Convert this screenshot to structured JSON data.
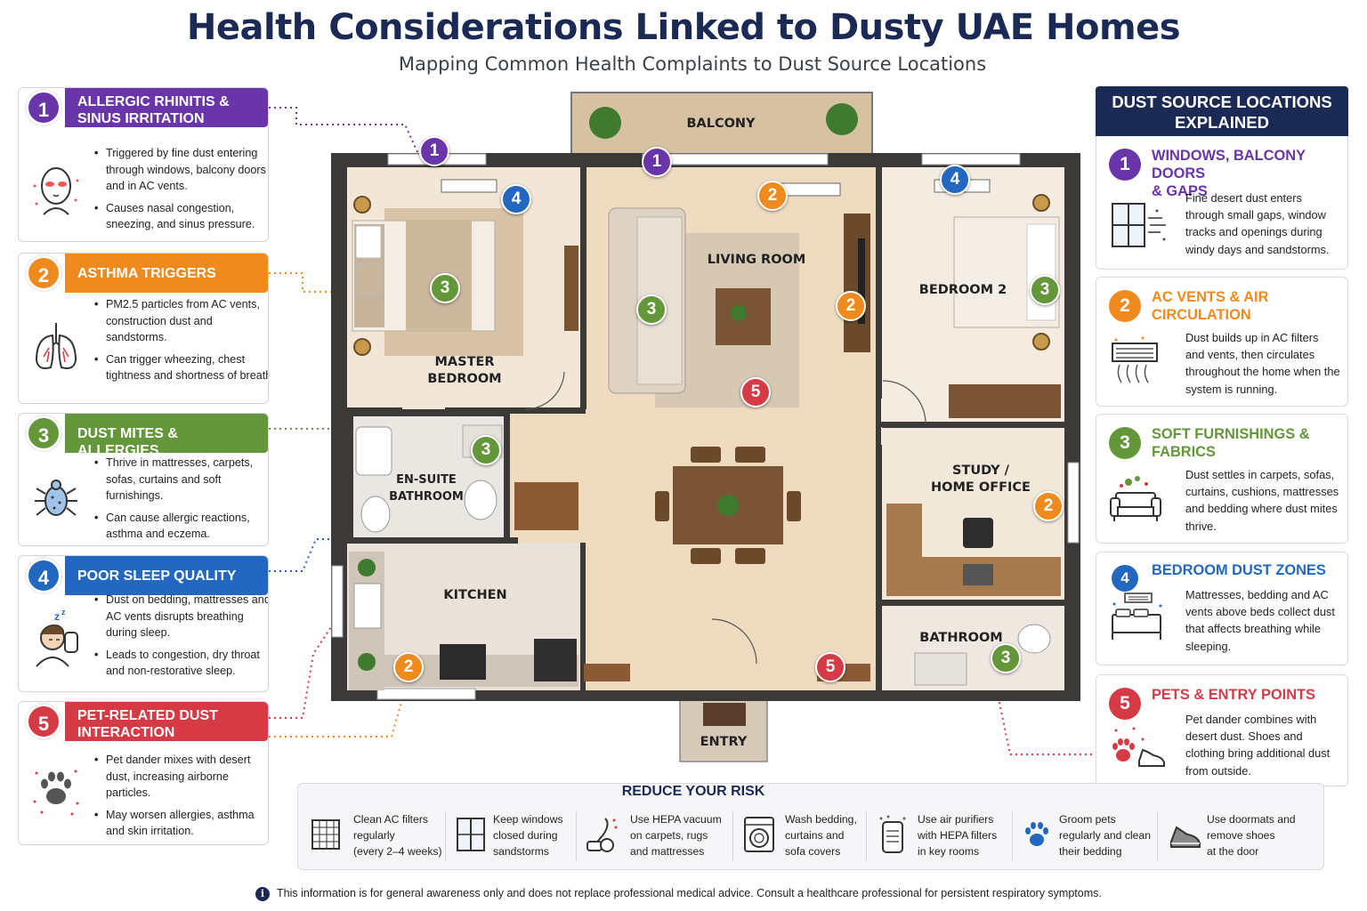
{
  "title": "Health Considerations Linked to Dusty UAE Homes",
  "subtitle": "Mapping Common Health Complaints to Dust Source Locations",
  "colors": {
    "purple": "#6a35a8",
    "orange": "#ee8a1e",
    "green": "#64963a",
    "blue": "#2268c0",
    "red": "#d63a45",
    "navy": "#1b2a55"
  },
  "health_cards": [
    {
      "num": "1",
      "title": "ALLERGIC RHINITIS & SINUS IRRITATION",
      "title_l1": "ALLERGIC RHINITIS &",
      "title_l2": "SINUS IRRITATION",
      "icon": "face-irritation-icon",
      "bullets": [
        "Triggered by fine dust entering through windows, balcony doors and in AC vents.",
        "Causes nasal congestion, sneezing, and sinus pressure."
      ]
    },
    {
      "num": "2",
      "title": "ASTHMA TRIGGERS",
      "icon": "lungs-icon",
      "bullets": [
        "PM2.5 particles from AC vents, construction dust and sandstorms.",
        "Can trigger wheezing, chest tightness and shortness of breath."
      ]
    },
    {
      "num": "3",
      "title": "DUST MITES & ALLERGIES",
      "icon": "dust-mite-icon",
      "bullets": [
        "Thrive in mattresses, carpets, sofas, curtains and soft furnishings.",
        "Can cause allergic reactions, asthma and eczema."
      ]
    },
    {
      "num": "4",
      "title": "POOR SLEEP QUALITY",
      "icon": "sleeping-person-icon",
      "bullets": [
        "Dust on bedding, mattresses and AC vents disrupts breathing during sleep.",
        "Leads to congestion, dry throat and non-restorative sleep."
      ]
    },
    {
      "num": "5",
      "title": "PET-RELATED DUST INTERACTION",
      "title_l1": "PET-RELATED DUST",
      "title_l2": "INTERACTION",
      "icon": "paw-icon",
      "bullets": [
        "Pet dander mixes with desert dust, increasing airborne particles.",
        "May worsen allergies, asthma and skin irritation."
      ]
    }
  ],
  "sources_title": "DUST SOURCE LOCATIONS EXPLAINED",
  "sources_title_l1": "DUST SOURCE LOCATIONS",
  "sources_title_l2": "EXPLAINED",
  "source_cards": [
    {
      "num": "1",
      "title_l1": "WINDOWS, BALCONY DOORS",
      "title_l2": "& GAPS",
      "icon": "window-icon",
      "text": "Fine desert dust enters through small gaps, window tracks and openings during windy days and sandstorms."
    },
    {
      "num": "2",
      "title_l1": "AC VENTS & AIR",
      "title_l2": "CIRCULATION",
      "icon": "ac-vent-icon",
      "text": "Dust builds up in AC filters and vents, then circulates throughout the home when the system is running."
    },
    {
      "num": "3",
      "title_l1": "SOFT FURNISHINGS &",
      "title_l2": "FABRICS",
      "icon": "sofa-icon",
      "text": "Dust settles in carpets, sofas, curtains, cushions, mattresses and bedding where dust mites thrive."
    },
    {
      "num": "4",
      "title_l1": "BEDROOM DUST ZONES",
      "title_l2": "",
      "icon": "bed-icon",
      "text": "Mattresses, bedding and AC vents above beds collect dust that affects breathing while sleeping."
    },
    {
      "num": "5",
      "title_l1": "PETS & ENTRY POINTS",
      "title_l2": "",
      "icon": "paw-shoe-icon",
      "text": "Pet dander combines with desert dust. Shoes and clothing bring additional dust from outside."
    }
  ],
  "rooms": {
    "balcony": "BALCONY",
    "living": "LIVING ROOM",
    "master_l1": "MASTER",
    "master_l2": "BEDROOM",
    "bedroom2": "BEDROOM 2",
    "ensuite_l1": "EN-SUITE",
    "ensuite_l2": "BATHROOM",
    "study_l1": "STUDY /",
    "study_l2": "HOME OFFICE",
    "kitchen": "KITCHEN",
    "bathroom": "BATHROOM",
    "entry": "ENTRY"
  },
  "risk_title": "REDUCE YOUR RISK",
  "risk_items": [
    {
      "icon": "filter-icon",
      "l1": "Clean AC filters",
      "l2": "regularly",
      "l3": "(every 2–4 weeks)"
    },
    {
      "icon": "closed-window-icon",
      "l1": "Keep windows",
      "l2": "closed during",
      "l3": "sandstorms"
    },
    {
      "icon": "vacuum-icon",
      "l1": "Use HEPA vacuum",
      "l2": "on carpets, rugs",
      "l3": "and mattresses"
    },
    {
      "icon": "washing-machine-icon",
      "l1": "Wash bedding,",
      "l2": "curtains and",
      "l3": "sofa covers"
    },
    {
      "icon": "air-purifier-icon",
      "l1": "Use air purifiers",
      "l2": "with HEPA filters",
      "l3": "in key rooms"
    },
    {
      "icon": "paw-icon",
      "l1": "Groom pets",
      "l2": "regularly and clean",
      "l3": "their bedding"
    },
    {
      "icon": "shoe-icon",
      "l1": "Use doormats and",
      "l2": "remove shoes",
      "l3": "at the door"
    }
  ],
  "disclaimer": "This information is for general awareness only and does not replace professional medical advice. Consult a healthcare professional for persistent respiratory symptoms.",
  "info_glyph": "i"
}
